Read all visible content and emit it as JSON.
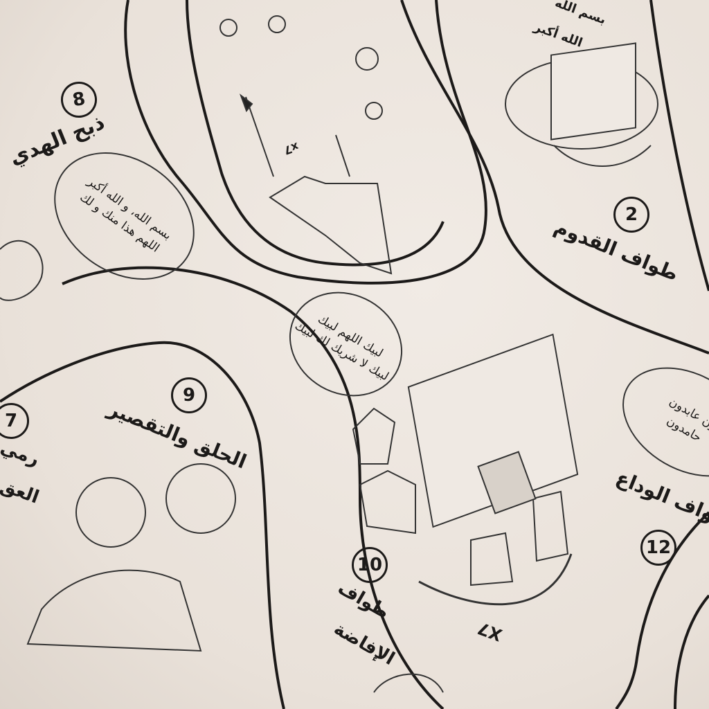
{
  "steps": [
    {
      "number": "8",
      "title": "ذبح الهدي"
    },
    {
      "number": "2",
      "title": "طواف القدوم"
    },
    {
      "number": "9",
      "title": "الحلق والتقصير"
    },
    {
      "number": "7",
      "title_line1": "رمي",
      "title_line2": "العق"
    },
    {
      "number": "10",
      "title_line1": "طواف",
      "title_line2": "الإفاضة"
    },
    {
      "number": "12",
      "title": "طواف الوداع"
    }
  ],
  "bubbles": {
    "sacrifice": {
      "line1": "بسم الله، و الله أكبر",
      "line2": "اللهم هذا منك و لك"
    },
    "talbiyah": {
      "line1": "لبيك اللهم لبيك",
      "line2": "لبيك لا شريك لك لبيك"
    },
    "farewell": {
      "line1": "ون عابدون",
      "line2": "حامدون"
    },
    "top": {
      "line1": "بسم الله",
      "line2": "الله أكبر"
    }
  },
  "labels": {
    "sai_count": "x7",
    "tawaf_count": "X7"
  }
}
